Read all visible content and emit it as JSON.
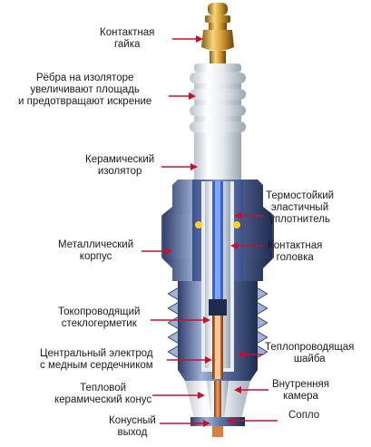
{
  "labels": {
    "contact_nut": "Контактная\nгайка",
    "ribs": "Рёбра на изоляторе\nувеличивают площадь\nи предотвращают искрение",
    "ceramic_insulator": "Керамический\nизолятор",
    "metal_body": "Металлический\nкорпус",
    "glass_seal": "Токопроводящий\nстеклогерметик",
    "center_electrode": "Центральный электрод\nс медным сердечником",
    "thermal_cone": "Тепловой\nкерамический конус",
    "cone_outlet": "Конусный\nвыход",
    "heat_resistant_seal": "Термостойкий\nэластичный\nуплотнитель",
    "contact_head": "Контактная\nголовка",
    "heat_washer": "Теплопроводящая\nшайба",
    "inner_chamber": "Внутренняя\nкамера",
    "nozzle": "Сопло"
  },
  "colors": {
    "pointer": "#c8102e",
    "label_text": "#1a1a1a",
    "background": "#ffffff"
  }
}
